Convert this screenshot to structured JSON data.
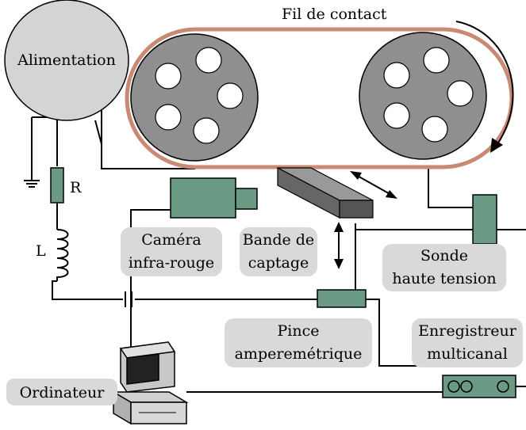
{
  "labels": {
    "fil_de_contact": "Fil de contact",
    "alimentation": "Alimentation",
    "resistor": "R",
    "inductor": "L",
    "camera_line1": "Caméra",
    "camera_line2": "infra-rouge",
    "bande_line1": "Bande de",
    "bande_line2": "captage",
    "sonde_line1": "Sonde",
    "sonde_line2": "haute tension",
    "pince_line1": "Pince",
    "pince_line2": "amperemétrique",
    "enregistreur_line1": "Enregistreur",
    "enregistreur_line2": "multicanal",
    "ordinateur": "Ordinateur"
  },
  "colors": {
    "belt": "#c98a74",
    "wheel": "#8f8f8f",
    "component_green": "#6b9a84",
    "label_bg": "#d9d9d9",
    "ellipse_fill": "#d4d4d4",
    "bar_dark": "#666666"
  }
}
